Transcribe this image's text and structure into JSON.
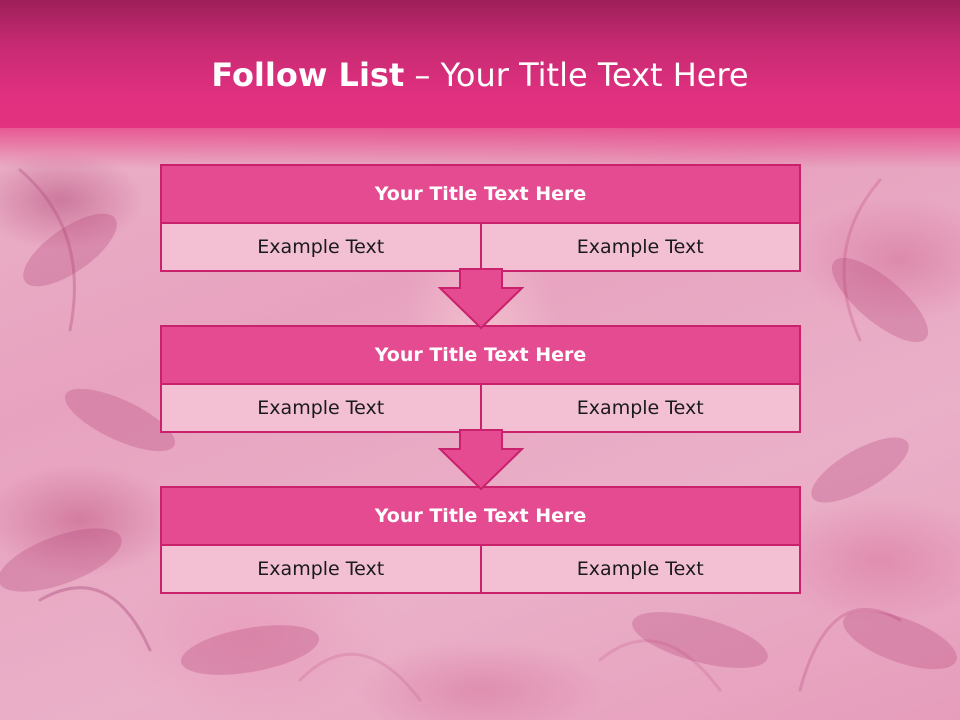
{
  "slide": {
    "title_bold": "Follow List",
    "title_rest": " – Your Title Text Here",
    "accent_color": "#e3327f",
    "box_color": "#e44b91",
    "cell_color": "#f2bfd3",
    "background_image": "pink-feathers"
  },
  "blocks": [
    {
      "title": "Your Title Text Here",
      "left": "Example Text",
      "right": "Example Text"
    },
    {
      "title": "Your Title Text Here",
      "left": "Example Text",
      "right": "Example Text"
    },
    {
      "title": "Your Title Text Here",
      "left": "Example Text",
      "right": "Example Text"
    }
  ],
  "arrows": {
    "icon": "arrow-down-icon",
    "count": 2
  }
}
